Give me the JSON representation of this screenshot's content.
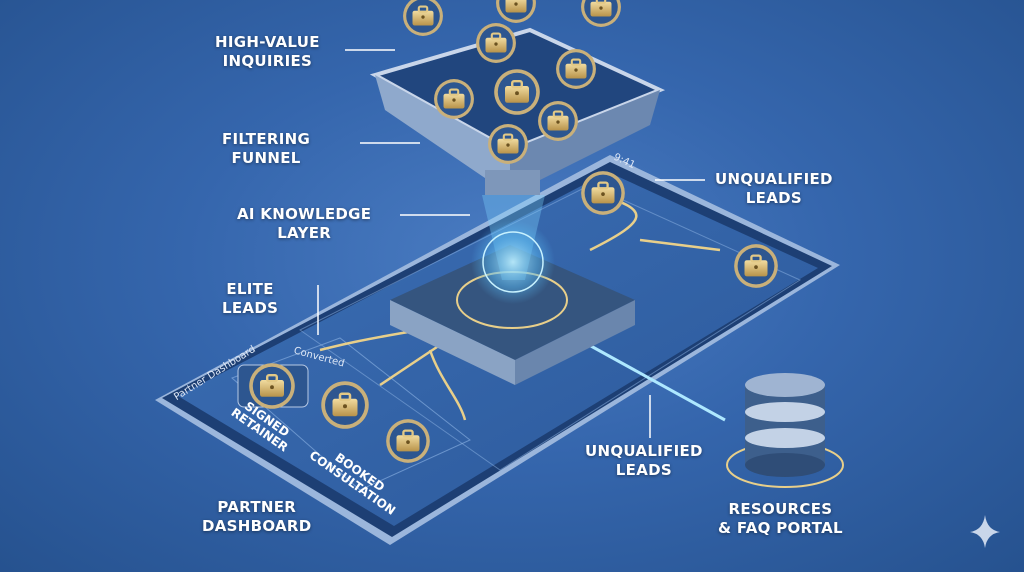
{
  "labels": {
    "high_value": [
      "HIGH-VALUE",
      "INQUIRIES"
    ],
    "funnel": [
      "FILTERING",
      "FUNNEL"
    ],
    "ai_layer": [
      "AI KNOWLEDGE",
      "LAYER"
    ],
    "elite": [
      "ELITE",
      "LEADS"
    ],
    "unqualified_top": [
      "UNQUALIFIED",
      "LEADS"
    ],
    "unqualified_bottom": [
      "UNQUALIFIED",
      "LEADS"
    ],
    "partner": [
      "PARTNER",
      "DASHBOARD"
    ],
    "resources": [
      "RESOURCES",
      "& FAQ PORTAL"
    ]
  },
  "screen": {
    "title": "Partner Dashboard",
    "converted": "Converted",
    "signed": [
      "SIGNED",
      "RETAINER"
    ],
    "booked": [
      "BOOKED",
      "CONSULTATION"
    ],
    "status_time": "9:41"
  },
  "colors": {
    "background": "#3566ad",
    "gold": "#e8cf8a",
    "accent": "#7fd4ff"
  }
}
